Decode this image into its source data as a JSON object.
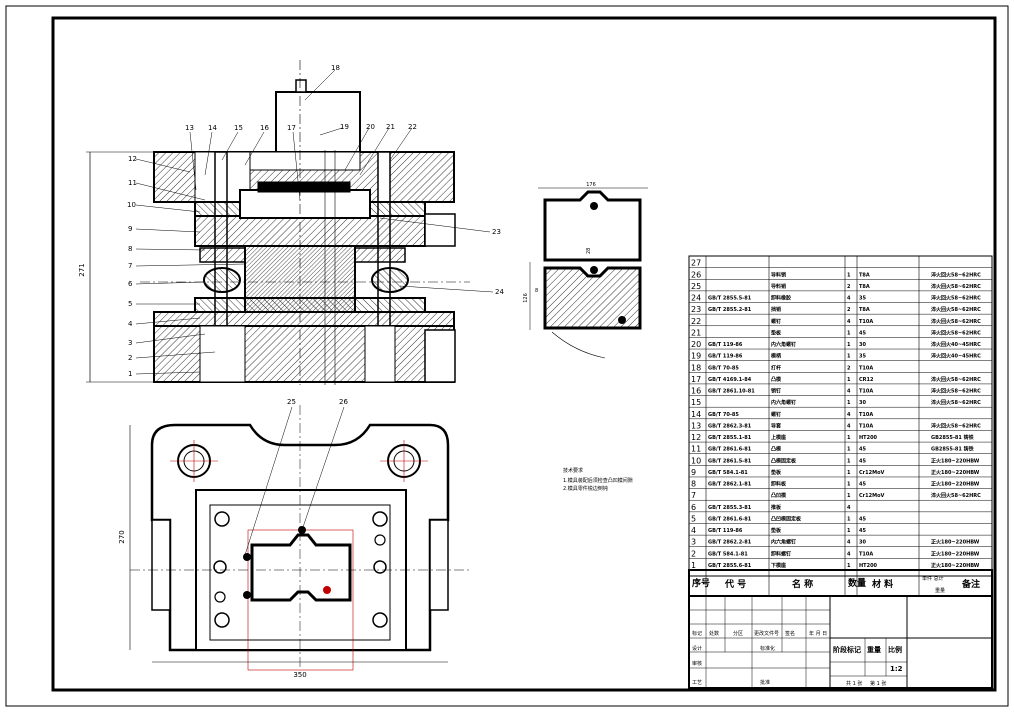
{
  "part_labels": [
    "1",
    "2",
    "3",
    "4",
    "5",
    "6",
    "7",
    "8",
    "9",
    "10",
    "11",
    "12",
    "13",
    "14",
    "15",
    "16",
    "17",
    "18",
    "19",
    "20",
    "21",
    "22",
    "23",
    "24",
    "25",
    "26"
  ],
  "dimensions": {
    "height_front": "271",
    "width_plan": "350",
    "height_plan": "270",
    "section_width": "176",
    "section_height": "126",
    "section_gap": "28",
    "section_small": "8"
  },
  "tech_notes": [
    "技术要求",
    "1.模具装配后须检查凸凹模间隙",
    "2.模具零件锐边倒钝"
  ],
  "bom": {
    "headers": {
      "no": "序号",
      "code": "代    号",
      "name": "名  称",
      "qty": "数量",
      "material": "材    料",
      "weight": "单件  总计",
      "weight2": "重量",
      "note": "备注"
    },
    "rows": [
      {
        "no": "27",
        "code": "",
        "name": "",
        "qty": "",
        "material": "",
        "note": ""
      },
      {
        "no": "26",
        "code": "",
        "name": "导料销",
        "qty": "1",
        "material": "T8A",
        "note": "淬火回火58~62HRC"
      },
      {
        "no": "25",
        "code": "",
        "name": "导料销",
        "qty": "2",
        "material": "T8A",
        "note": "淬火回火58~62HRC"
      },
      {
        "no": "24",
        "code": "GB/T 2855.5-81",
        "name": "卸料橡胶",
        "qty": "4",
        "material": "35",
        "note": "淬火回火58~62HRC"
      },
      {
        "no": "23",
        "code": "GB/T 2855.2-81",
        "name": "挡销",
        "qty": "2",
        "material": "T8A",
        "note": "淬火回火58~62HRC"
      },
      {
        "no": "22",
        "code": "",
        "name": "螺钉",
        "qty": "4",
        "material": "T10A",
        "note": "淬火回火58~62HRC"
      },
      {
        "no": "21",
        "code": "",
        "name": "垫板",
        "qty": "1",
        "material": "45",
        "note": "淬火回火58~62HRC"
      },
      {
        "no": "20",
        "code": "GB/T 119-86",
        "name": "内六角螺钉",
        "qty": "1",
        "material": "30",
        "note": "淬火回火40~45HRC"
      },
      {
        "no": "19",
        "code": "GB/T 119-86",
        "name": "模柄",
        "qty": "1",
        "material": "35",
        "note": "淬火回火40~45HRC"
      },
      {
        "no": "18",
        "code": "GB/T 70-85",
        "name": "打杆",
        "qty": "2",
        "material": "T10A",
        "note": ""
      },
      {
        "no": "17",
        "code": "GB/T 4169.1-84",
        "name": "凸模",
        "qty": "1",
        "material": "CR12",
        "note": "淬火回火58~62HRC"
      },
      {
        "no": "16",
        "code": "GB/T 2861.10-81",
        "name": "销钉",
        "qty": "4",
        "material": "T10A",
        "note": "淬火回火58~62HRC"
      },
      {
        "no": "15",
        "code": "",
        "name": "内六角螺钉",
        "qty": "1",
        "material": "30",
        "note": "淬火回火58~62HRC"
      },
      {
        "no": "14",
        "code": "GB/T 70-85",
        "name": "螺钉",
        "qty": "4",
        "material": "T10A",
        "note": ""
      },
      {
        "no": "13",
        "code": "GB/T 2862.3-81",
        "name": "导套",
        "qty": "4",
        "material": "T10A",
        "note": "淬火回火58~62HRC"
      },
      {
        "no": "12",
        "code": "GB/T 2855.1-81",
        "name": "上模座",
        "qty": "1",
        "material": "HT200",
        "note": "GB2855-81 铸铁"
      },
      {
        "no": "11",
        "code": "GB/T 2861.6-81",
        "name": "凸模",
        "qty": "1",
        "material": "45",
        "note": "GB2855-81 铸铁"
      },
      {
        "no": "10",
        "code": "GB/T 2861.5-81",
        "name": "凸模固定板",
        "qty": "1",
        "material": "45",
        "note": "正火180~220HBW"
      },
      {
        "no": "9",
        "code": "GB/T 584.1-81",
        "name": "垫板",
        "qty": "1",
        "material": "Cr12MoV",
        "note": "正火180~220HBW"
      },
      {
        "no": "8",
        "code": "GB/T 2862.1-81",
        "name": "卸料板",
        "qty": "1",
        "material": "45",
        "note": "正火180~220HBW"
      },
      {
        "no": "7",
        "code": "",
        "name": "凸凹模",
        "qty": "1",
        "material": "Cr12MoV",
        "note": "淬火回火58~62HRC"
      },
      {
        "no": "6",
        "code": "GB/T 2855.3-81",
        "name": "推板",
        "qty": "4",
        "material": "",
        "note": ""
      },
      {
        "no": "5",
        "code": "GB/T 2861.6-81",
        "name": "凸凹模固定板",
        "qty": "1",
        "material": "45",
        "note": ""
      },
      {
        "no": "4",
        "code": "GB/T 119-86",
        "name": "垫板",
        "qty": "1",
        "material": "45",
        "note": ""
      },
      {
        "no": "3",
        "code": "GB/T 2862.2-81",
        "name": "内六角螺钉",
        "qty": "4",
        "material": "30",
        "note": "正火180~220HBW"
      },
      {
        "no": "2",
        "code": "GB/T 584.1-81",
        "name": "卸料螺钉",
        "qty": "4",
        "material": "T10A",
        "note": "正火180~220HBW"
      },
      {
        "no": "1",
        "code": "GB/T 2855.6-81",
        "name": "下模座",
        "qty": "1",
        "material": "HT200",
        "note": "正火180~220HBW"
      }
    ]
  },
  "title_block": {
    "marker": "标记",
    "count": "处数",
    "zone": "分区",
    "doc_no": "更改文件号",
    "sign": "签名",
    "date": "年 月 日",
    "design": "设计",
    "standard": "标准化",
    "review": "审核",
    "craft": "工艺",
    "approve": "批准",
    "stage": "阶段标记",
    "weight": "重量",
    "scale": "比例",
    "scale_value": "1:2",
    "sheets": "共 1 张",
    "sheet": "第 1 张"
  },
  "colors": {
    "line": "#000000",
    "hatch": "#000000",
    "center": "#c00000",
    "bg": "#ffffff"
  }
}
